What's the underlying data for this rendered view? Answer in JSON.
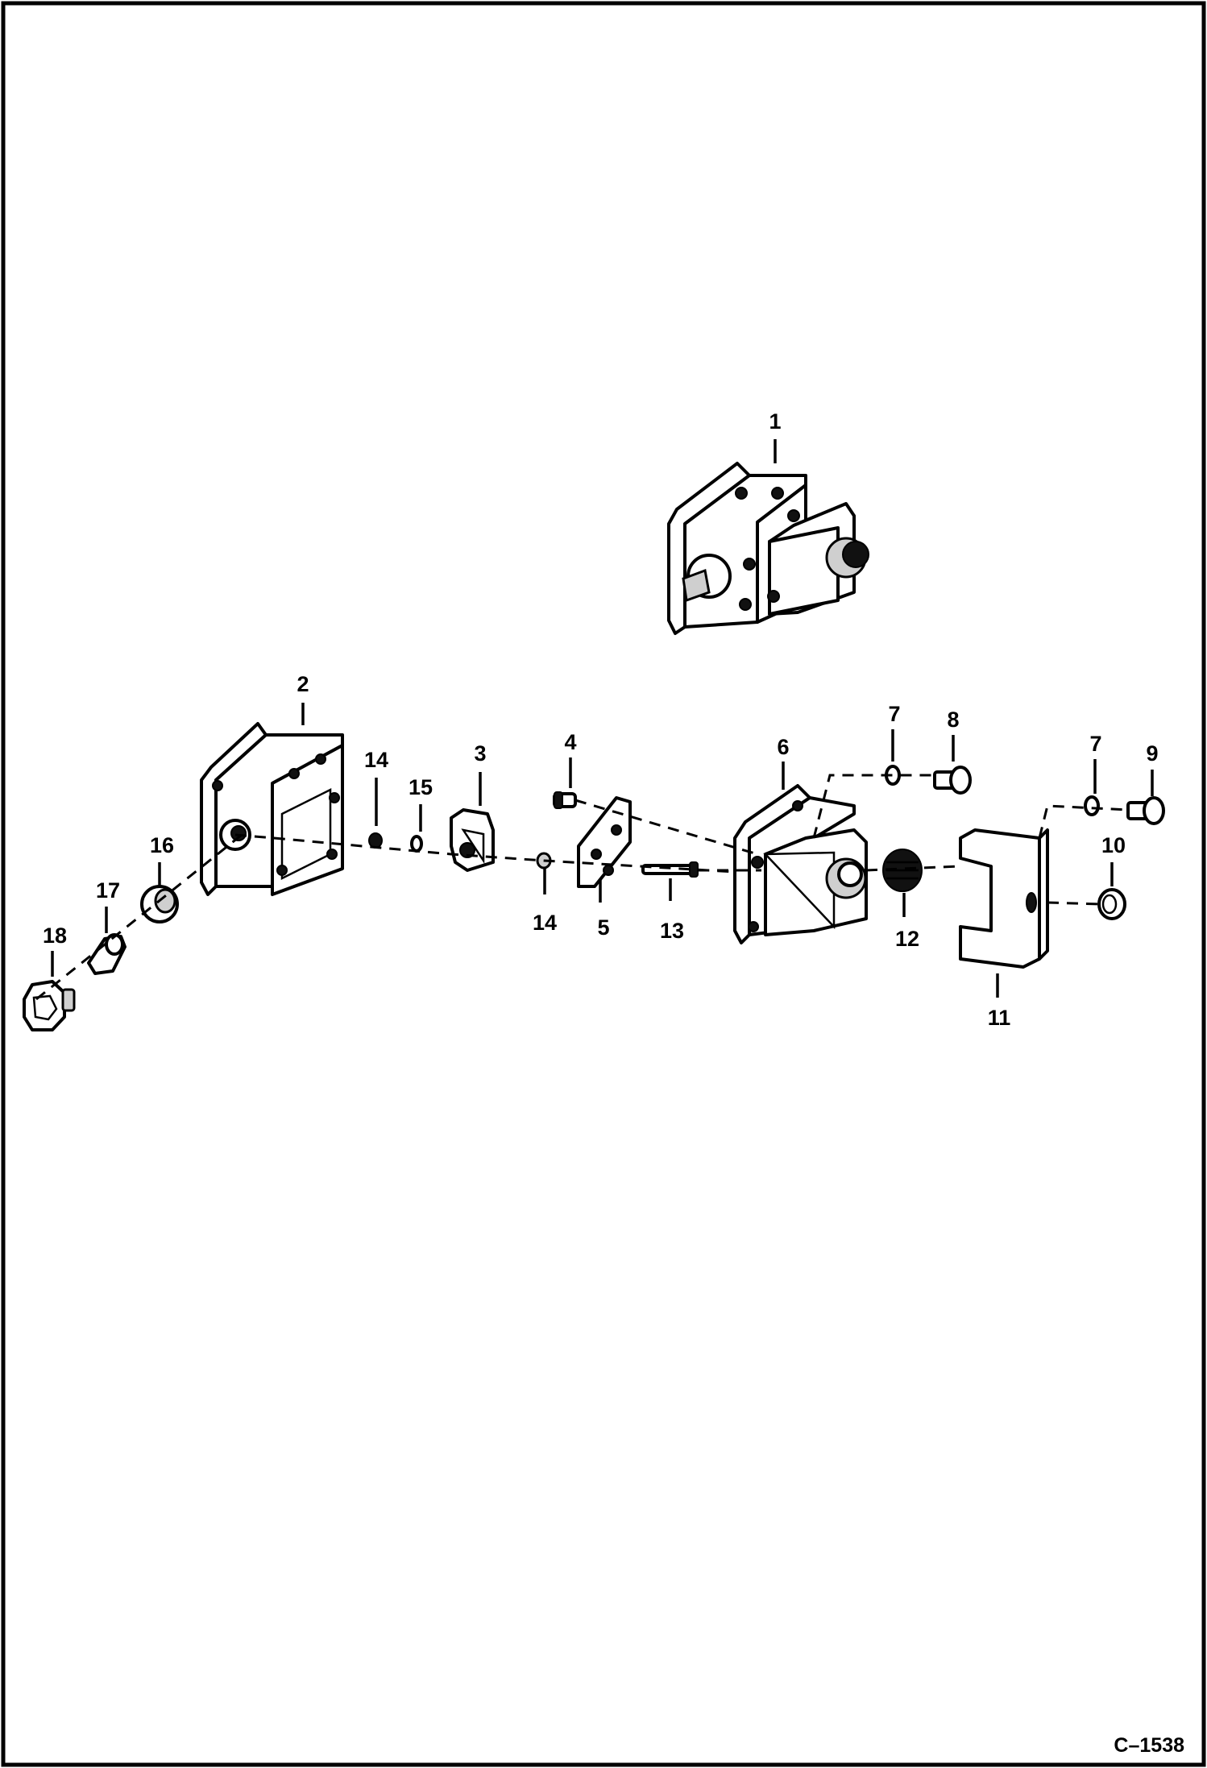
{
  "figure_id": "C–1538",
  "callouts": {
    "c1": "1",
    "c2": "2",
    "c3": "3",
    "c4": "4",
    "c5": "5",
    "c6": "6",
    "c7a": "7",
    "c7b": "7",
    "c8": "8",
    "c9": "9",
    "c10": "10",
    "c11": "11",
    "c12": "12",
    "c13": "13",
    "c14a": "14",
    "c14b": "14",
    "c15": "15",
    "c16": "16",
    "c17": "17",
    "c18": "18"
  }
}
